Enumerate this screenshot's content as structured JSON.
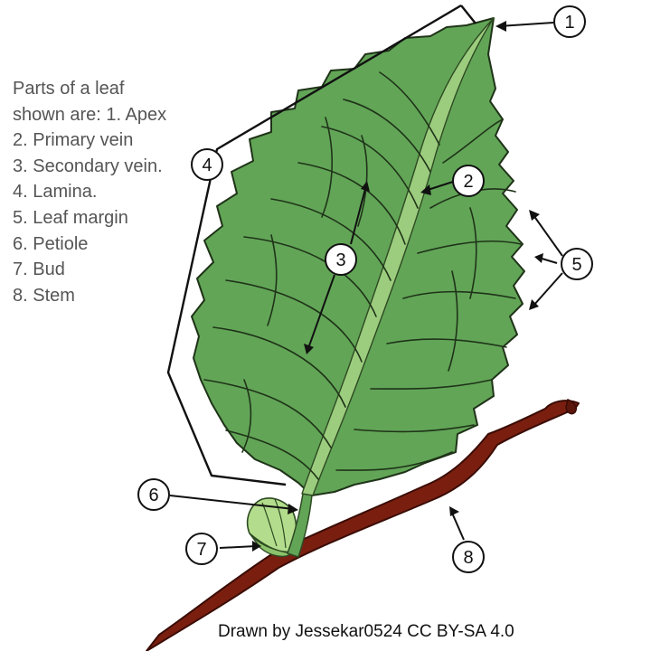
{
  "legend": {
    "lines": [
      "Parts of a leaf",
      "shown are: 1. Apex",
      "2. Primary vein",
      "3. Secondary vein.",
      "4. Lamina.",
      "5. Leaf margin",
      "6. Petiole",
      "7. Bud",
      "8. Stem"
    ]
  },
  "callouts": {
    "apex": "1",
    "primary_vein": "2",
    "secondary_vein": "3",
    "lamina": "4",
    "leaf_margin": "5",
    "petiole": "6",
    "bud": "7",
    "stem": "8"
  },
  "credit": "Drawn by Jessekar0524  CC  BY-SA 4.0",
  "colors": {
    "leaf": "#62a557",
    "leaf_dark": "#4f8f45",
    "primary_vein": "#9ccd7e",
    "bud": "#b3dd8c",
    "stem": "#7a1f10",
    "stem_outline": "#3a0c05",
    "ink": "#111111",
    "legend_text": "#555555"
  }
}
